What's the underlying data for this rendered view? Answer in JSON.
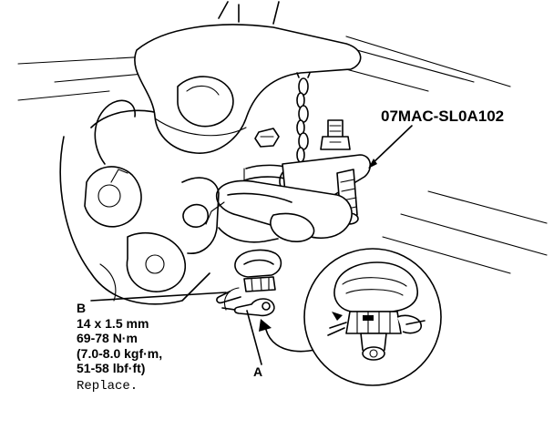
{
  "labels": {
    "tool": "07MAC-SL0A102",
    "part_b": {
      "letter": "B",
      "size": "14 x 1.5 mm",
      "torque_nm": "69-78 N·m",
      "torque_kgf": "(7.0-8.0 kgf·m,",
      "torque_lbf": "51-58 lbf·ft)",
      "note": "Replace."
    },
    "part_a": "A"
  }
}
